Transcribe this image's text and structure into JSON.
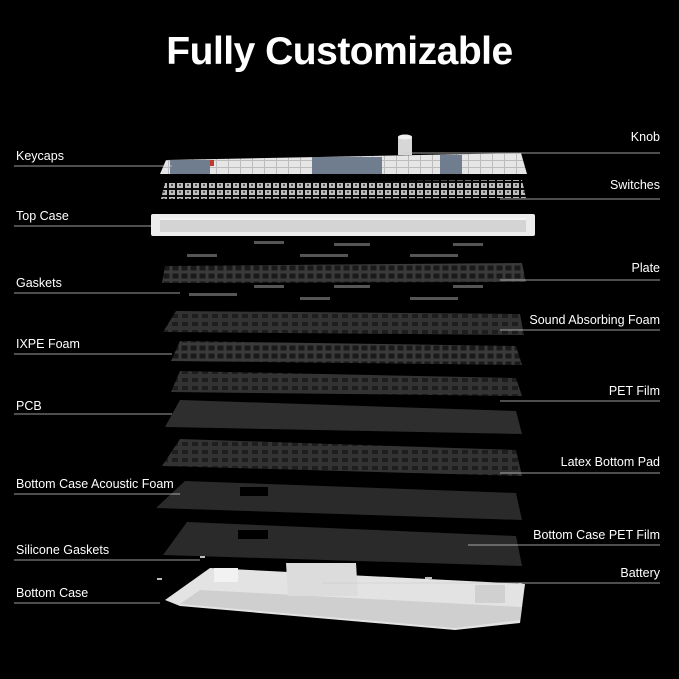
{
  "title": "Fully Customizable",
  "labels_left": [
    {
      "id": "keycaps",
      "text": "Keycaps"
    },
    {
      "id": "top-case",
      "text": "Top Case"
    },
    {
      "id": "gaskets",
      "text": "Gaskets"
    },
    {
      "id": "ixpe-foam",
      "text": "IXPE Foam"
    },
    {
      "id": "pcb",
      "text": "PCB"
    },
    {
      "id": "bottom-case-acoustic-foam",
      "text": "Bottom Case Acoustic Foam"
    },
    {
      "id": "silicone-gaskets",
      "text": "Silicone Gaskets"
    },
    {
      "id": "bottom-case",
      "text": "Bottom Case"
    }
  ],
  "labels_right": [
    {
      "id": "knob",
      "text": "Knob"
    },
    {
      "id": "switches",
      "text": "Switches"
    },
    {
      "id": "plate",
      "text": "Plate"
    },
    {
      "id": "sound-absorbing-foam",
      "text": "Sound Absorbing Foam"
    },
    {
      "id": "pet-film",
      "text": "PET Film"
    },
    {
      "id": "latex-bottom-pad",
      "text": "Latex Bottom Pad"
    },
    {
      "id": "bottom-case-pet-film",
      "text": "Bottom Case PET Film"
    },
    {
      "id": "battery",
      "text": "Battery"
    }
  ],
  "colors": {
    "background": "#000000",
    "text": "#ffffff",
    "leader_line": "#cfcfcf",
    "case_white": "#ececec",
    "plate_dark": "#3a3a3a",
    "foam_dark": "#2b2b2b",
    "keycap_blue_gray": "#6f7d8f",
    "keycap_white": "#e6e6e6"
  }
}
